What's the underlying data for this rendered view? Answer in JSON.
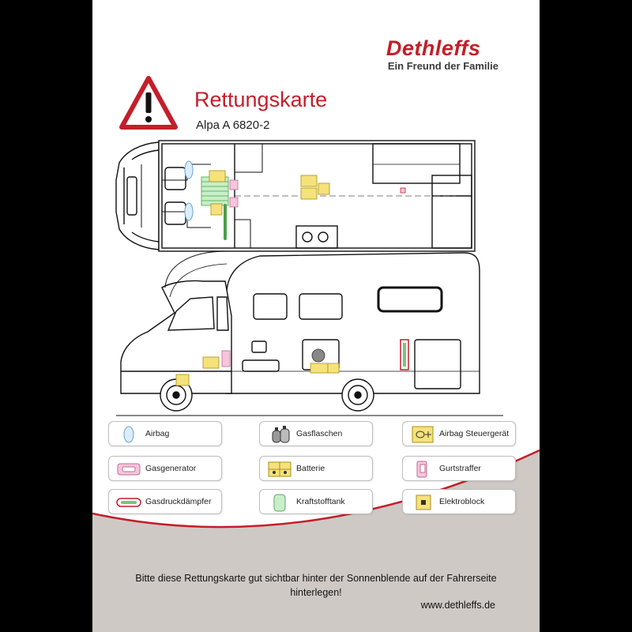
{
  "brand": {
    "name": "Dethleffs",
    "tagline": "Ein Freund der Familie",
    "color": "#c41e2a"
  },
  "card": {
    "title": "Rettungskarte",
    "subtitle": "Alpa A 6820-2"
  },
  "legend": [
    {
      "icon": "airbag-icon",
      "label": "Airbag"
    },
    {
      "icon": "gas-cylinder-icon",
      "label": "Gasflaschen"
    },
    {
      "icon": "airbag-control-unit-icon",
      "label": "Airbag Steuergerät"
    },
    {
      "icon": "gas-generator-icon",
      "label": "Gasgenerator"
    },
    {
      "icon": "battery-icon",
      "label": "Batterie"
    },
    {
      "icon": "belt-tensioner-icon",
      "label": "Gurtstraffer"
    },
    {
      "icon": "gas-damper-icon",
      "label": "Gasdruckdämpfer"
    },
    {
      "icon": "fuel-tank-icon",
      "label": "Kraftstofftank"
    },
    {
      "icon": "electrical-block-icon",
      "label": "Elektroblock"
    }
  ],
  "footer": {
    "notice": "Bitte diese Rettungskarte gut sichtbar hinter der Sonnenblende auf der Fahrerseite hinterlegen!",
    "url": "www.dethleffs.de"
  }
}
